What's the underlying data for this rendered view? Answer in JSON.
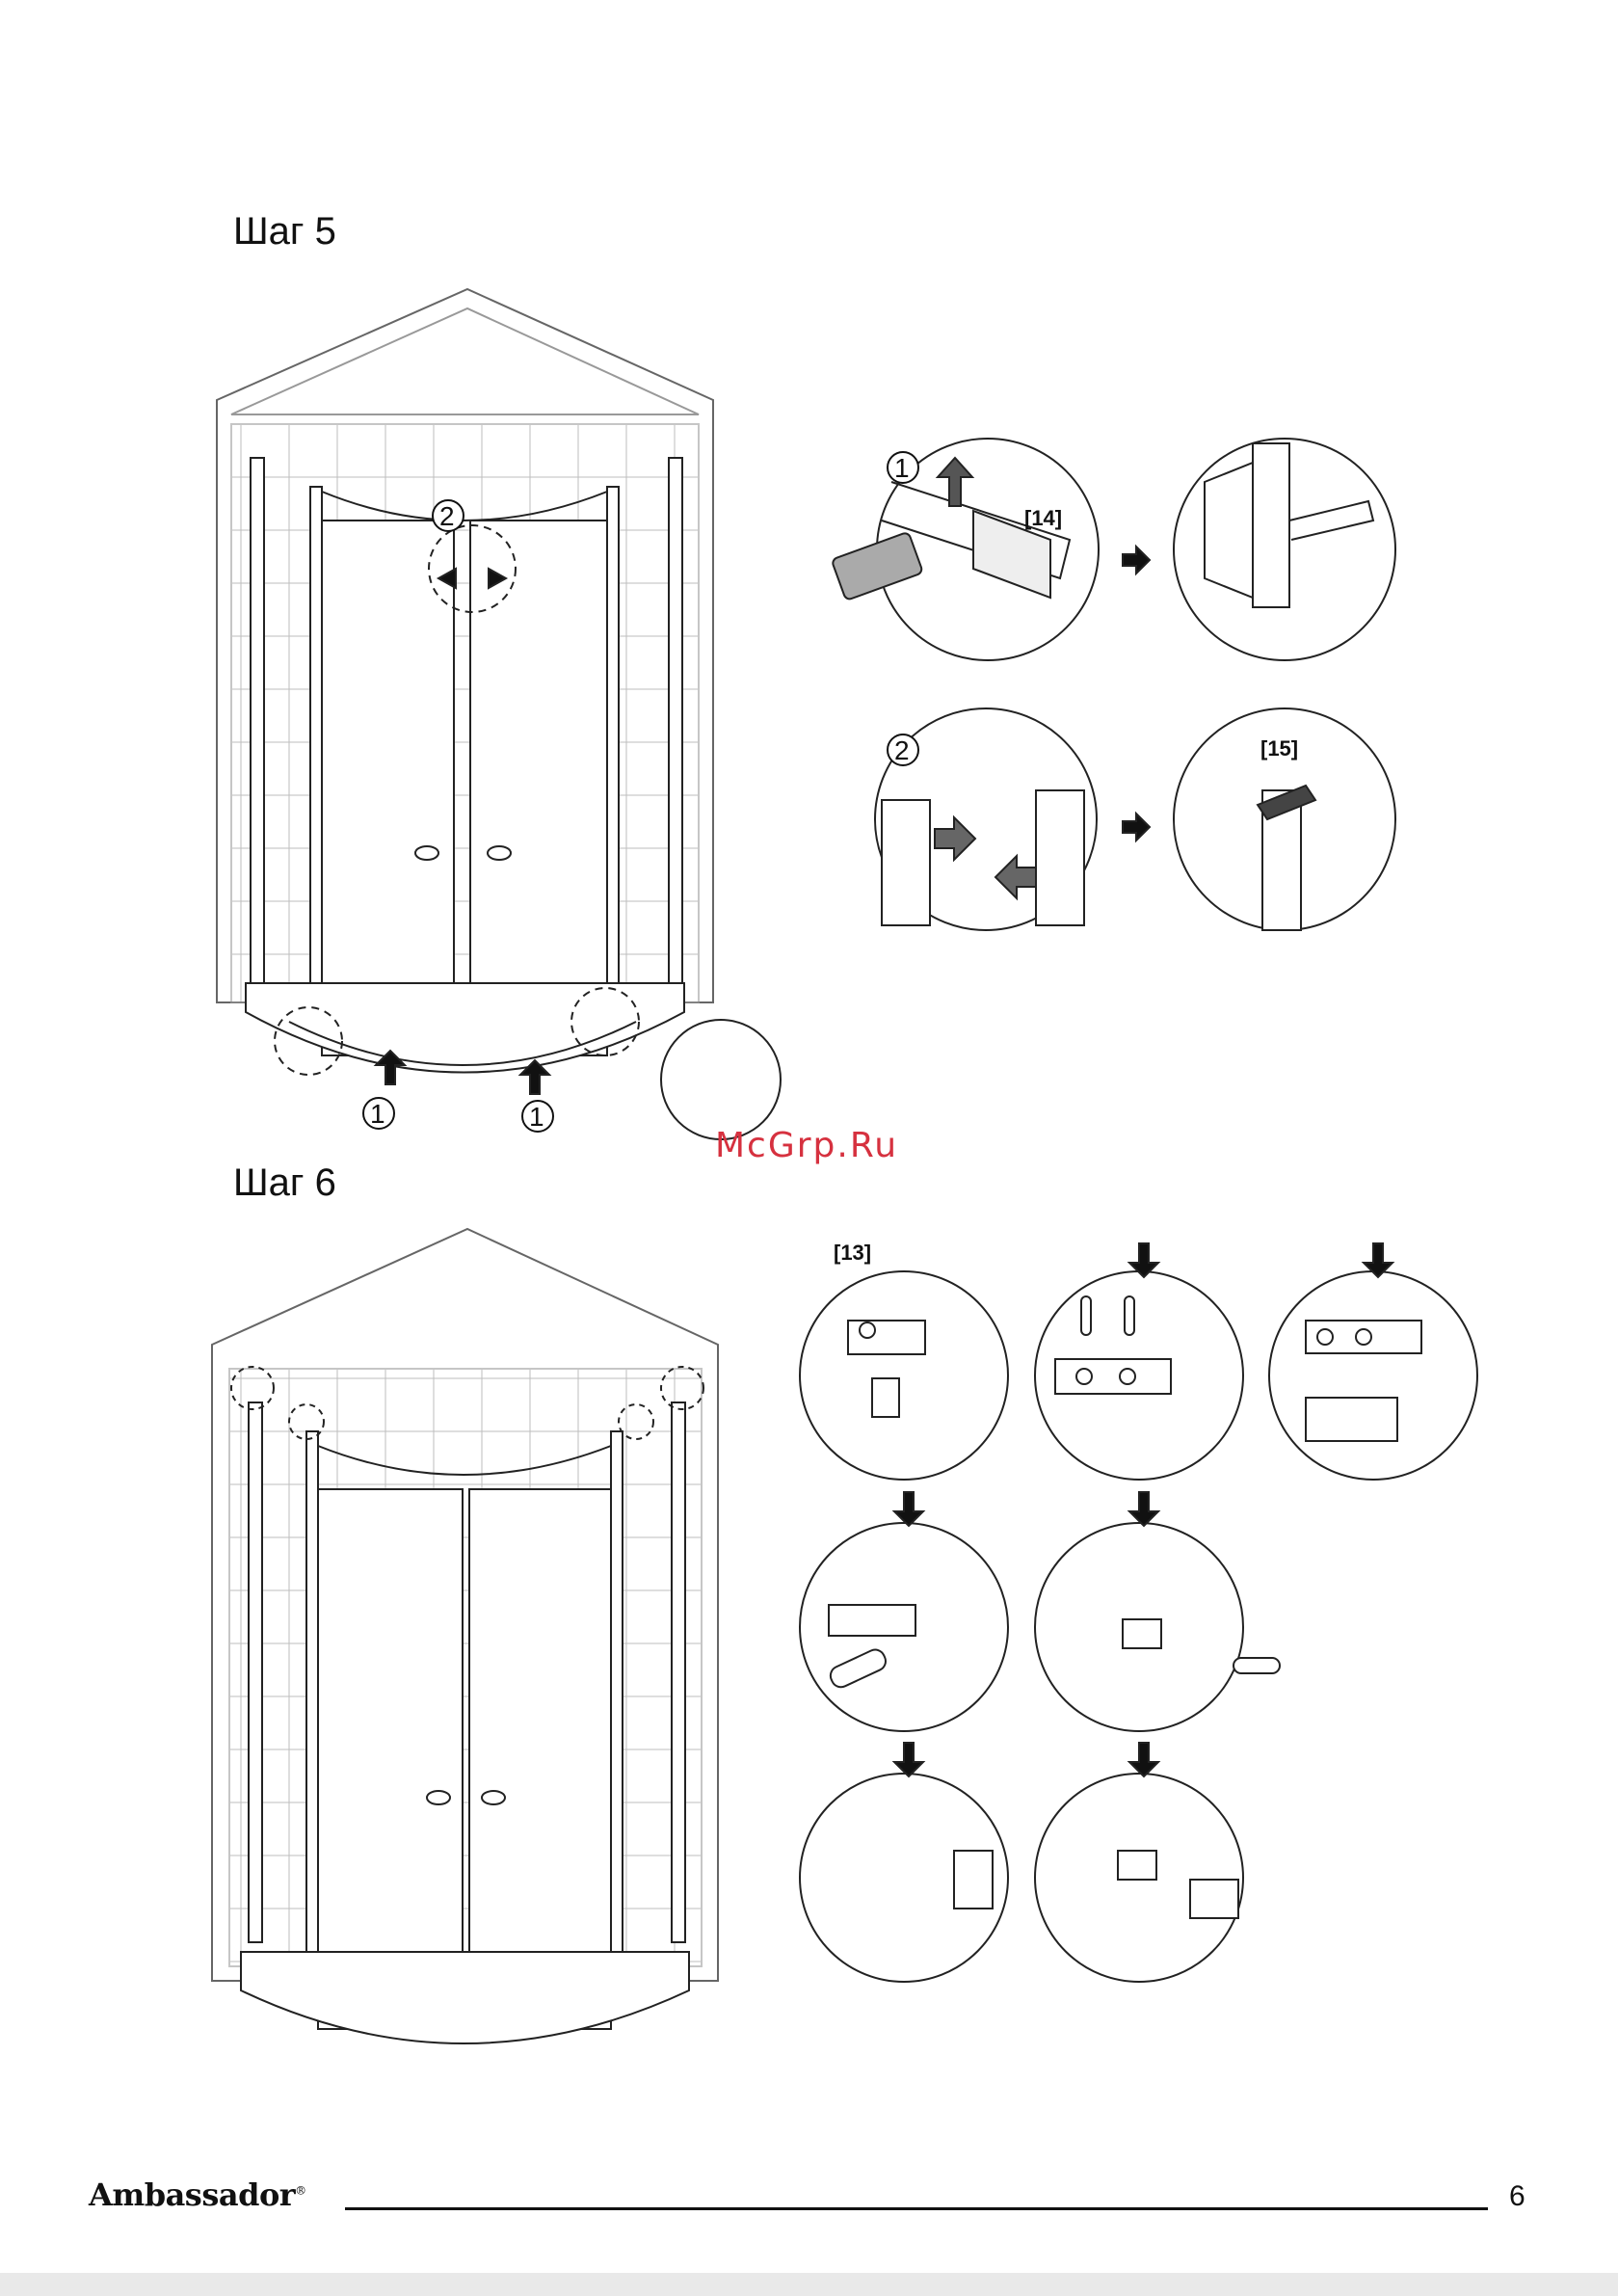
{
  "steps": {
    "step5_title": "Шаг 5",
    "step6_title": "Шаг 6"
  },
  "callouts": {
    "part14": "[14]",
    "part15": "[15]",
    "part13": "[13]",
    "marker1": "1",
    "marker2": "2"
  },
  "watermark": "McGrp.Ru",
  "footer": {
    "brand": "Ambassador",
    "page_number": "6"
  }
}
